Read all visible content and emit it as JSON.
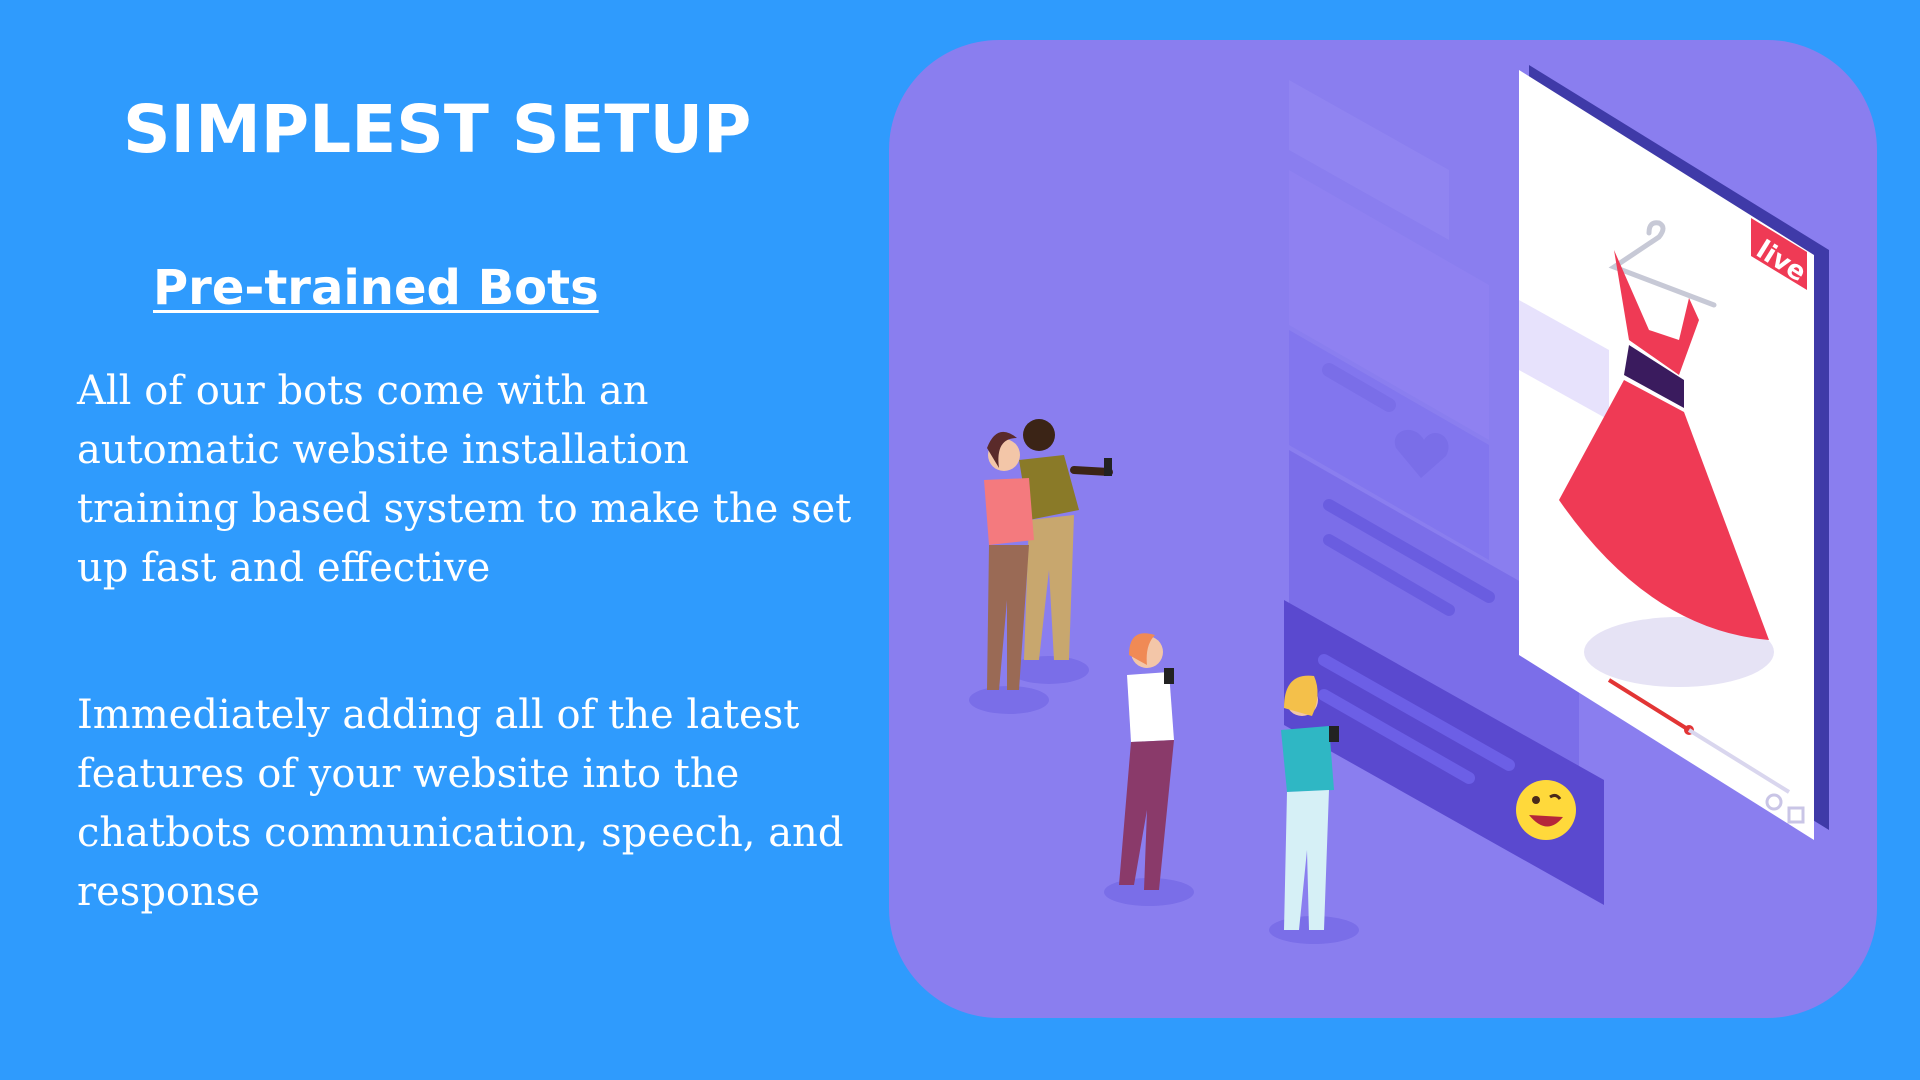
{
  "slide": {
    "title": "SIMPLEST SETUP",
    "subtitle": "Pre-trained Bots",
    "paragraphs": [
      "All of our bots come with an automatic website installation training based system to make the set up fast and effective",
      "Immediately adding all of the latest features of your website into the chatbots communication, speech, and response"
    ]
  },
  "illustration": {
    "live_badge": "live",
    "icons": [
      "dress-icon",
      "hanger-icon",
      "heart-icon",
      "smiley-emoji-icon",
      "settings-icon",
      "fullscreen-icon"
    ]
  },
  "colors": {
    "background": "#2f9bfd",
    "panel": "#8a7eef",
    "text": "#ffffff",
    "dress": "#ef3a55",
    "live_badge": "#ef3a55"
  }
}
